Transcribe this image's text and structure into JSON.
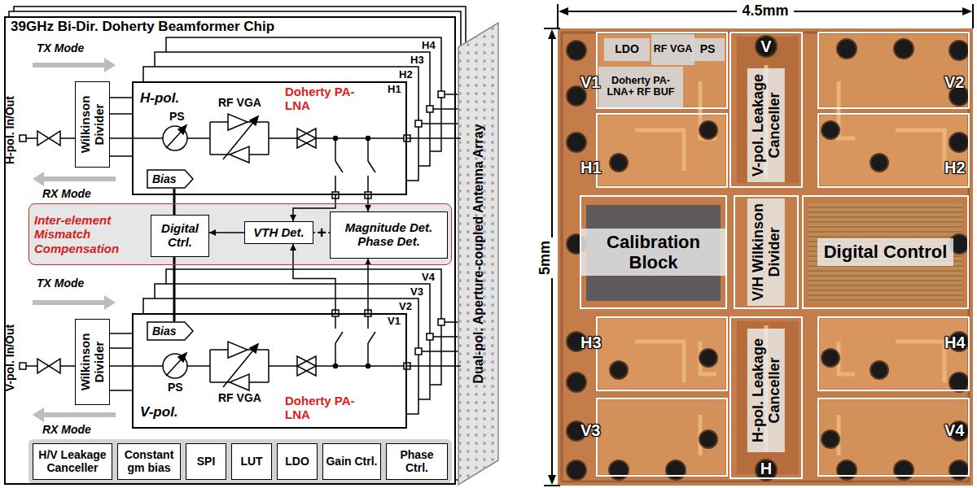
{
  "diagram": {
    "nodes": [
      {
        "text": [
          "39GHz Bi-Dir. Doherty Beamformer Chip"
        ]
      },
      {
        "text": [
          "Wilkinson Divider"
        ],
        "in": 0
      },
      {
        "text": [
          "H-pol."
        ],
        "in": 0
      },
      {
        "text": [
          "Bias"
        ],
        "in": 2
      },
      {
        "text": [
          "Inter-element Mismatch Compensation"
        ],
        "in": 0
      },
      {
        "text": [
          "Digital Ctrl."
        ],
        "in": 4
      },
      {
        "text": [
          "VTH Det."
        ],
        "in": 4
      },
      {
        "text": [
          "Magnitude Det. Phase Det."
        ],
        "in": 4
      },
      {
        "text": [
          "Wilkinson Divider"
        ],
        "in": 0
      },
      {
        "text": [
          "V-pol."
        ],
        "in": 0
      },
      {
        "text": [
          "Bias"
        ],
        "in": 9
      },
      {
        "text": [
          "H/V Leakage Canceller"
        ],
        "in": 0
      },
      {
        "text": [
          "Constant gm bias"
        ],
        "in": 0
      },
      {
        "text": [
          "SPI"
        ],
        "in": 0
      },
      {
        "text": [
          "LUT"
        ],
        "in": 0
      },
      {
        "text": [
          "LDO"
        ],
        "in": 0
      },
      {
        "text": [
          "Gain Ctrl."
        ],
        "in": 0
      },
      {
        "text": [
          "Phase Ctrl."
        ],
        "in": 0
      },
      {
        "text": [
          "Dual-pol. Aperture-coupled Antenna Array"
        ]
      },
      {
        "text": [
          "LDO"
        ]
      },
      {
        "text": [
          "RF VGA"
        ]
      },
      {
        "text": [
          "PS"
        ]
      },
      {
        "text": [
          "Doherty PA-LNA+ RF BUF"
        ]
      },
      {
        "text": [
          "V-pol. Leakage Canceller"
        ]
      },
      {
        "text": [
          "Calibration Block"
        ]
      },
      {
        "text": [
          "V/H Wilkinson Divider"
        ]
      },
      {
        "text": [
          "Digital Control"
        ]
      },
      {
        "text": [
          "H-pol. Leakage Canceller"
        ]
      }
    ],
    "edges": [
      {
        "from": 1,
        "to": 2,
        "arrow": "none"
      },
      {
        "from": 8,
        "to": 9,
        "arrow": "none"
      },
      {
        "from": 6,
        "to": 5,
        "arrow": "to"
      },
      {
        "from": 7,
        "to": 6,
        "arrow": "none",
        "label": "+"
      },
      {
        "from": 5,
        "to": 3,
        "arrow": "none"
      },
      {
        "from": 5,
        "to": 10,
        "arrow": "none"
      },
      {
        "from": 2,
        "to": 6,
        "arrow": "to"
      },
      {
        "from": 2,
        "to": 7,
        "arrow": "to"
      },
      {
        "from": 9,
        "to": 6,
        "arrow": "to"
      },
      {
        "from": 9,
        "to": 7,
        "arrow": "to"
      },
      {
        "from": 2,
        "to": 18,
        "arrow": "none"
      },
      {
        "from": 9,
        "to": 18,
        "arrow": "none"
      }
    ],
    "labels": [
      "H4",
      "H3",
      "H2",
      "H1",
      "TX Mode",
      "RX Mode",
      "H-pol. In/Out",
      "PS",
      "RF VGA",
      "Doherty PA-LNA",
      "V4",
      "V3",
      "V2",
      "V1",
      "TX Mode",
      "RX Mode",
      "V-pol. In/Out",
      "PS",
      "RF VGA",
      "Doherty PA-LNA",
      "4.5mm",
      "5mm",
      "V",
      "V1",
      "V2",
      "H1",
      "H2",
      "H3",
      "H4",
      "V3",
      "V4",
      "H"
    ]
  }
}
